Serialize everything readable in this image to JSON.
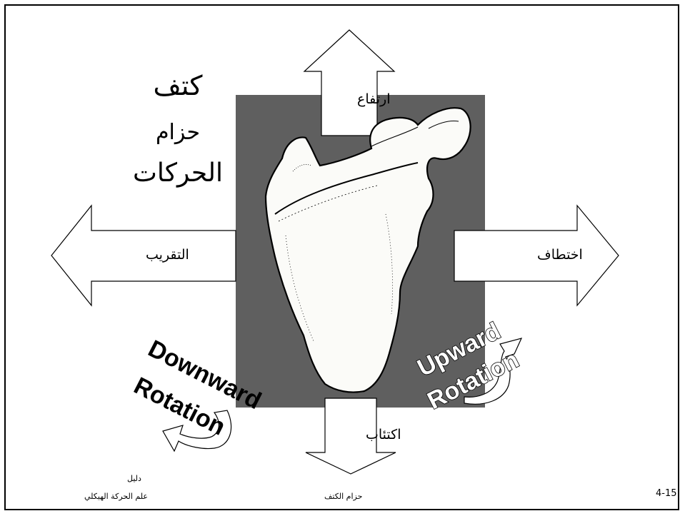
{
  "title": {
    "line1": "كتف",
    "line2": "حزام",
    "line3": "الحركات"
  },
  "labels": {
    "elevation": "ارتفاع",
    "depression": "اكتئاب",
    "adduction": "التقريب",
    "abduction": "اختطاف",
    "downward_line1": "Downward",
    "downward_line2": "Rotation",
    "upward_line1": "Upward",
    "upward_line2": "Rotation"
  },
  "footer": {
    "left_line1": "دليل",
    "left_line2": "علم الحركة الهيكلي",
    "center": "حزام الكتف",
    "page_number": "4-15"
  },
  "colors": {
    "background_box": "#5f5f5f",
    "bone_fill": "#fbfbf8",
    "outline": "#000000"
  }
}
